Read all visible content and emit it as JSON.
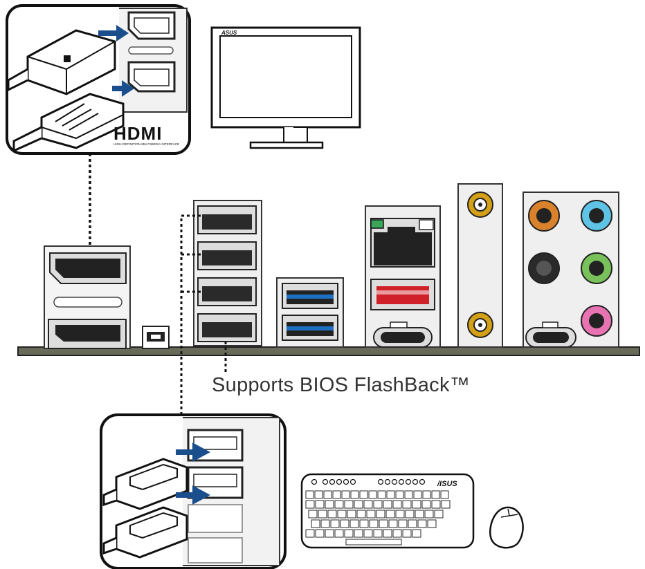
{
  "caption": "Supports BIOS FlashBack™",
  "hdmi_logo": {
    "text": "HDMI",
    "tagline": "HIGH-DEFINITION MULTIMEDIA INTERFACE"
  },
  "monitor_brand": "ASUS",
  "keyboard_brand": "/ISUS",
  "colors": {
    "usb3_blue": "#1d6fc1",
    "usb_red": "#d0202a",
    "lan_green": "#3aa657",
    "audio_orange": "#d9822b",
    "audio_blue": "#5fc3e6",
    "audio_green": "#79c25b",
    "audio_pink": "#e873b2",
    "audio_black": "#2a2a2a",
    "antenna_gold": "#d4a017"
  }
}
